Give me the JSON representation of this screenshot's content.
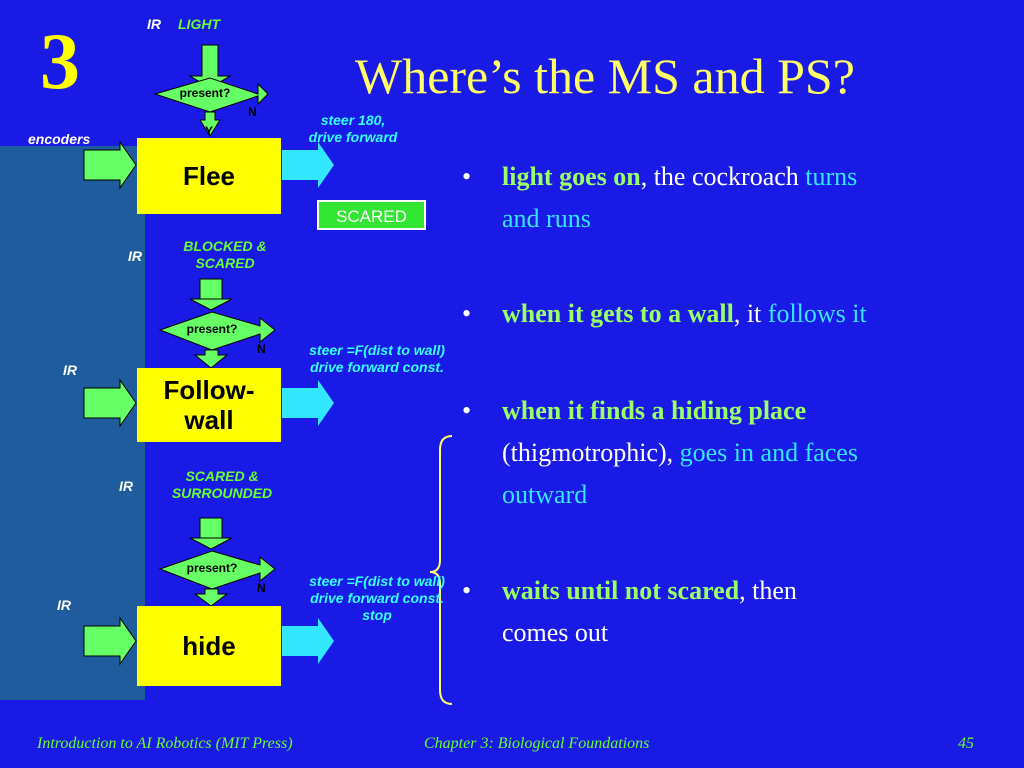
{
  "slide": {
    "number": "3",
    "title": "Where’s the MS and PS?"
  },
  "diagram": {
    "top_labels": {
      "ir": "IR",
      "light": "LIGHT"
    },
    "encoders": "encoders",
    "decisions": [
      {
        "label": "present?",
        "no": "N",
        "yes": "Y"
      },
      {
        "label": "present?",
        "no": "N"
      },
      {
        "label": "present?",
        "no": "N"
      }
    ],
    "boxes": [
      {
        "line1": "Flee",
        "line2": ""
      },
      {
        "line1": "Follow-",
        "line2": "wall"
      },
      {
        "line1": "hide",
        "line2": ""
      }
    ],
    "outputs": [
      {
        "line1": "steer 180,",
        "line2": "drive forward",
        "line3": ""
      },
      {
        "line1": "steer =F(dist to wall)",
        "line2": "drive forward const.",
        "line3": ""
      },
      {
        "line1": "steer =F(dist to wall)",
        "line2": "drive forward const.",
        "line3": "stop"
      }
    ],
    "scared_badge": "SCARED",
    "conditions": [
      {
        "line1": "BLOCKED &",
        "line2": "SCARED"
      },
      {
        "line1": "SCARED &",
        "line2": "SURROUNDED"
      }
    ],
    "ir_labels": [
      "IR",
      "IR",
      "IR",
      "IR"
    ]
  },
  "bullets": [
    {
      "bold": "light goes on",
      "plain": ", the cockroach ",
      "cyan": "turns",
      "line2": "and runs"
    },
    {
      "bold": "when it gets to a wall",
      "plain": ", it ",
      "cyan": "follows it"
    },
    {
      "bold": "when it finds a hiding place",
      "line2_plain": "(thigmotrophic), ",
      "line2_cyan": "goes in and faces",
      "line3_cyan": "outward"
    },
    {
      "bold": "waits until not scared",
      "plain": ", then",
      "line2_plain": "comes out"
    }
  ],
  "footer": {
    "left": "Introduction to AI Robotics (MIT Press)",
    "center": "Chapter 3: Biological Foundations",
    "page": "45"
  },
  "colors": {
    "background": "#1a1ae6",
    "panel": "#1e5c9e",
    "box": "#ffff00",
    "arrow_green": "#66ff66",
    "arrow_cyan": "#33e6ff",
    "bracket": "#ffff66"
  }
}
